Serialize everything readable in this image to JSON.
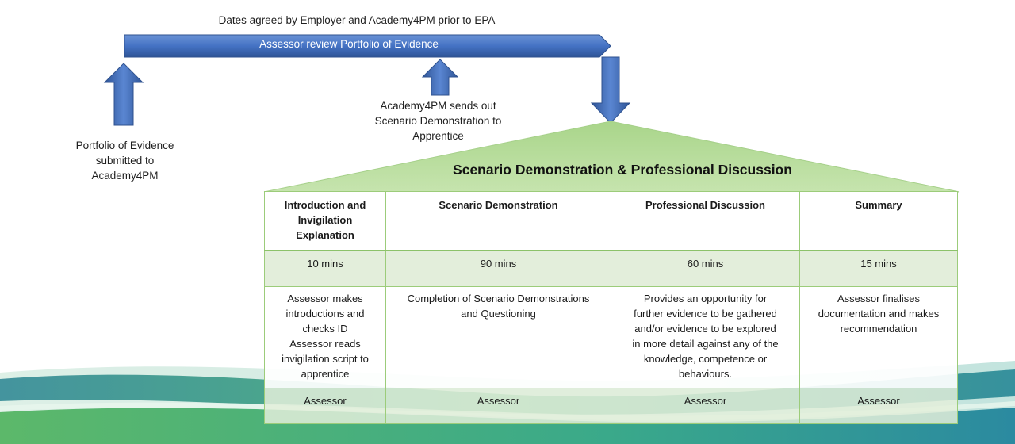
{
  "captions": {
    "dates_agreed": "Dates agreed by Employer and Academy4PM  prior to EPA",
    "bar_label": "Assessor  review Portfolio of Evidence",
    "portfolio_submitted": [
      "Portfolio of Evidence",
      "submitted to",
      "Academy4PM"
    ],
    "sends_out": [
      "Academy4PM  sends out",
      "Scenario Demonstration  to",
      "Apprentice"
    ]
  },
  "triangle_title": "Scenario  Demonstration  & Professional  Discussion",
  "table": {
    "headers": [
      [
        "Introduction and",
        "Invigilation",
        "Explanation"
      ],
      [
        "Scenario Demonstration"
      ],
      [
        "Professional Discussion"
      ],
      [
        "Summary"
      ]
    ],
    "durations": [
      "10 mins",
      "90 mins",
      "60 mins",
      "15 mins"
    ],
    "descriptions": [
      [
        "Assessor makes",
        "introductions and",
        "checks ID",
        "Assessor reads",
        "invigilation script to",
        "apprentice"
      ],
      [
        "Completion of Scenario Demonstrations",
        "and Questioning"
      ],
      [
        "Provides an opportunity  for",
        "further evidence to be gathered",
        "and/or evidence to be explored",
        "in more detail against any of the",
        "knowledge, competence or",
        "behaviours."
      ],
      [
        "Assessor finalises",
        "documentation  and makes",
        "recommendation"
      ]
    ],
    "roles": [
      "Assessor",
      "Assessor",
      "Assessor",
      "Assessor"
    ]
  },
  "colors": {
    "arrow_blue": "#4472c4",
    "arrow_dark": "#2f528f",
    "triangle_green": "#b5dc97",
    "border_green": "#9ccc7a",
    "wave_teal": "#3a9a9a",
    "wave_green": "#5cc070"
  }
}
